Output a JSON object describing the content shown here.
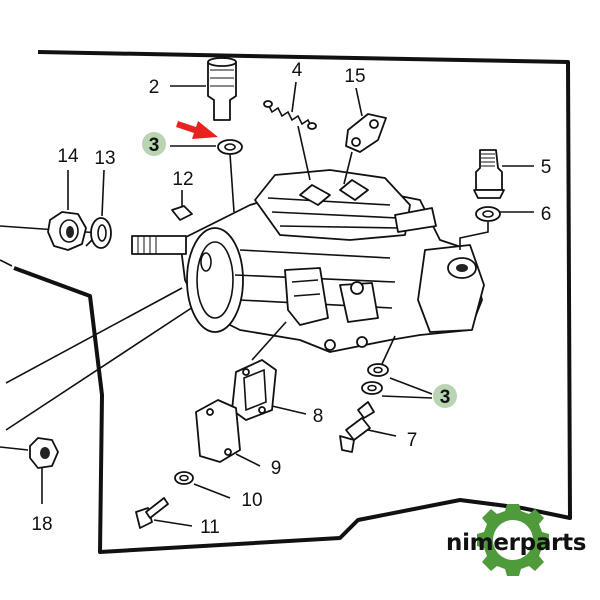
{
  "diagram": {
    "callouts": [
      {
        "id": "c2",
        "label": "2"
      },
      {
        "id": "c3a",
        "label": "3"
      },
      {
        "id": "c4",
        "label": "4"
      },
      {
        "id": "c15",
        "label": "15"
      },
      {
        "id": "c14",
        "label": "14"
      },
      {
        "id": "c13",
        "label": "13"
      },
      {
        "id": "c12",
        "label": "12"
      },
      {
        "id": "c5",
        "label": "5"
      },
      {
        "id": "c6",
        "label": "6"
      },
      {
        "id": "c3b",
        "label": "3"
      },
      {
        "id": "c8",
        "label": "8"
      },
      {
        "id": "c7",
        "label": "7"
      },
      {
        "id": "c9",
        "label": "9"
      },
      {
        "id": "c10",
        "label": "10"
      },
      {
        "id": "c11",
        "label": "11"
      },
      {
        "id": "c18",
        "label": "18"
      }
    ],
    "highlight_color": "#b8d4b0",
    "arrow_color": "#e8231f"
  },
  "brand": {
    "name": "nimerparts",
    "gear_color": "#4f9a3a"
  }
}
